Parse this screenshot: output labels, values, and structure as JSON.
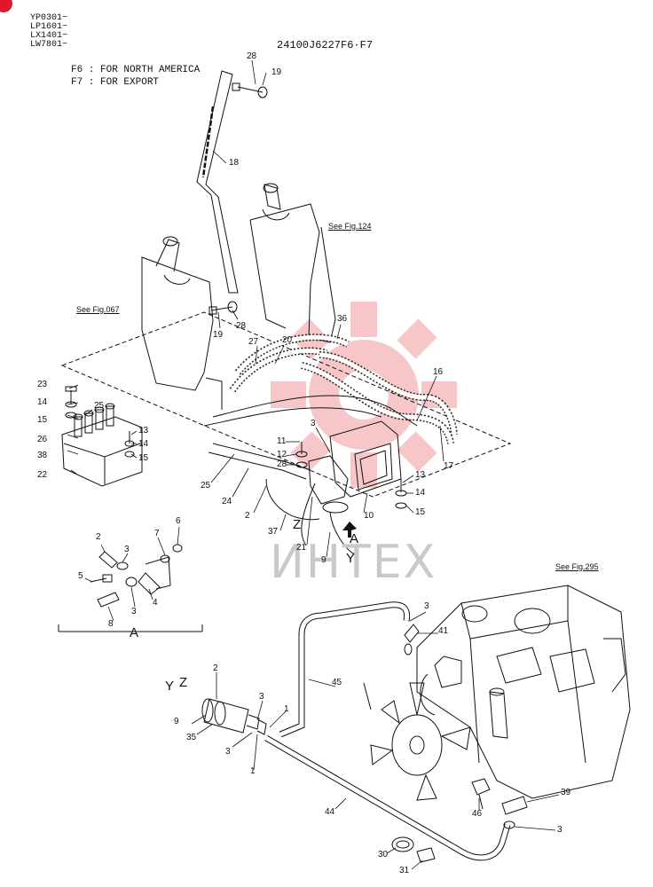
{
  "header": {
    "serials": [
      "YP0301~",
      "LP1601~",
      "LX1401~",
      "LW7801~"
    ],
    "part_code": "24100J6227F6·F7",
    "variants": [
      "F6 : FOR NORTH AMERICA",
      "F7 : FOR EXPORT"
    ]
  },
  "refs": {
    "fig124": "See Fig.124",
    "fig067": "See Fig.067",
    "fig295": "See Fig.295"
  },
  "detail_label": "A",
  "view_marks": {
    "a": "A",
    "y": "Y",
    "z": "Z",
    "yz_y": "Y",
    "yz_z": "Z"
  },
  "watermark": "ИНТЕХ",
  "callouts": {
    "c28a": "28",
    "c19a": "19",
    "c18": "18",
    "c19b": "19",
    "c28b": "28",
    "c36": "36",
    "c27": "27",
    "c20": "20",
    "c16": "16",
    "c3a": "3",
    "c23": "23",
    "c14a": "14",
    "c15a": "15",
    "c26": "26",
    "c25a": "25",
    "c38": "38",
    "c22": "22",
    "c13a": "13",
    "c14b": "14",
    "c15b": "15",
    "c11": "11",
    "c12": "12",
    "c28c": "28",
    "c17": "17",
    "c13b": "13",
    "c14c": "14",
    "c15c": "15",
    "c25b": "25",
    "c24": "24",
    "c2a": "2",
    "c37": "37",
    "c21": "21",
    "c9a": "9",
    "c10": "10",
    "d2": "2",
    "d3a": "3",
    "d7": "7",
    "d6": "6",
    "d5": "5",
    "d3b": "3",
    "d4": "4",
    "d8": "8",
    "e3a": "3",
    "e41": "41",
    "e45": "45",
    "e2": "2",
    "e3b": "3",
    "e1a": "1",
    "e9": "9",
    "e35": "35",
    "e3c": "3",
    "e1b": "1",
    "e44": "44",
    "e46": "46",
    "e39": "39",
    "e3d": "3",
    "e30": "30",
    "e31": "31"
  }
}
